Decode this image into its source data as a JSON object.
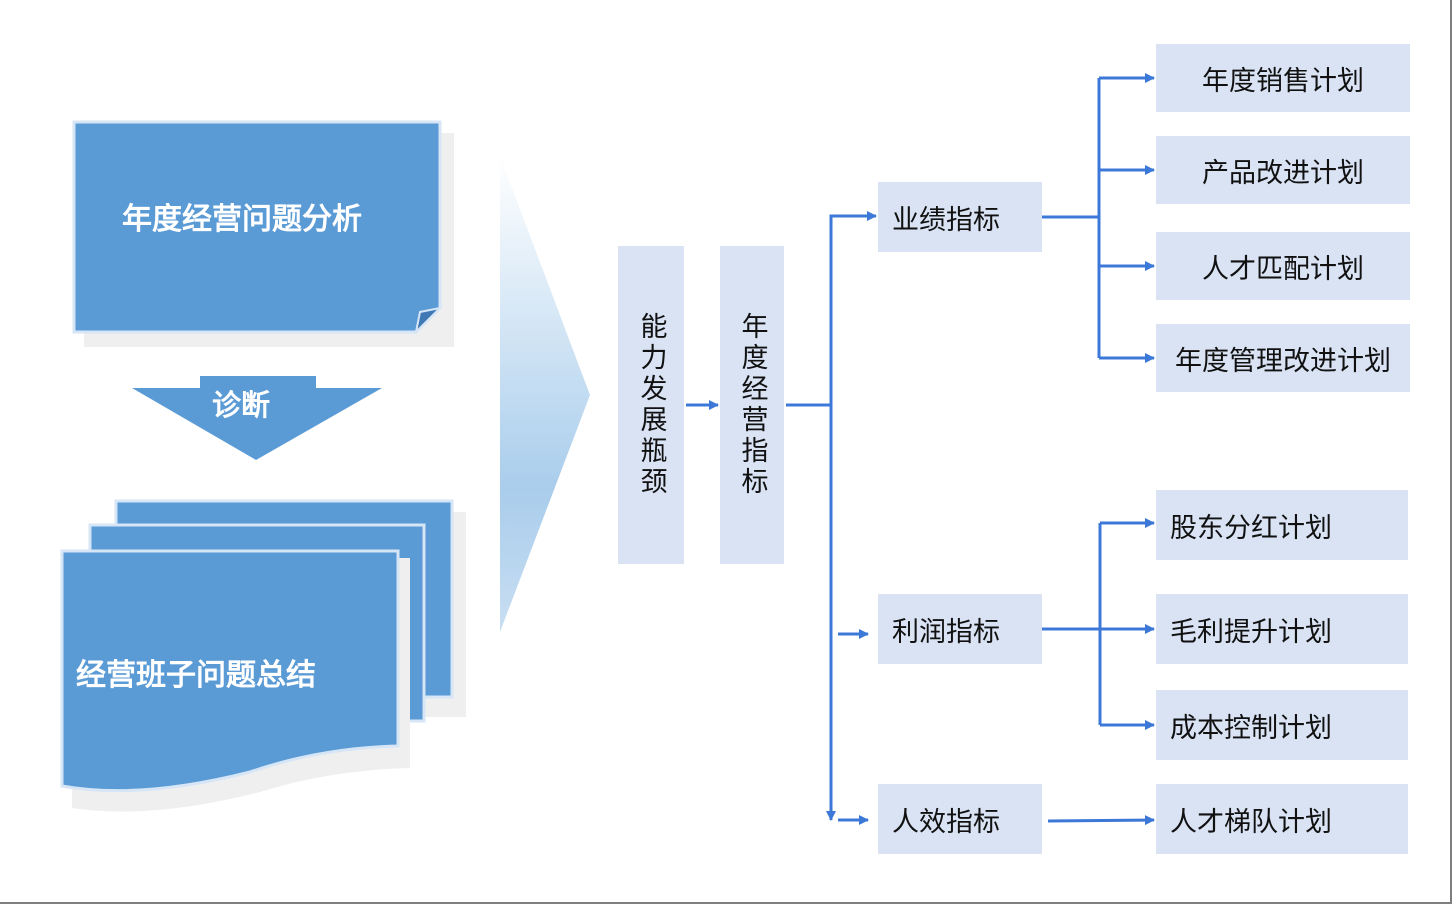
{
  "left_panel": {
    "analysis_title": "年度经营问题分析",
    "diagnose_label": "诊断",
    "summary_title": "经营班子问题总结"
  },
  "middle": {
    "bottleneck": "能力发展瓶颈",
    "annual_indicators": "年度经营指标"
  },
  "indicators": [
    {
      "label": "业绩指标",
      "plans": [
        "年度销售计划",
        "产品改进计划",
        "人才匹配计划",
        "年度管理改进计划"
      ]
    },
    {
      "label": "利润指标",
      "plans": [
        "股东分红计划",
        "毛利提升计划",
        "成本控制计划"
      ]
    },
    {
      "label": "人效指标",
      "plans": [
        "人才梯队计划"
      ]
    }
  ],
  "colors": {
    "primary_blue": "#5b9bd5",
    "light_box": "#d9e3f4",
    "connector": "#3c78d8",
    "text": "#111111"
  }
}
